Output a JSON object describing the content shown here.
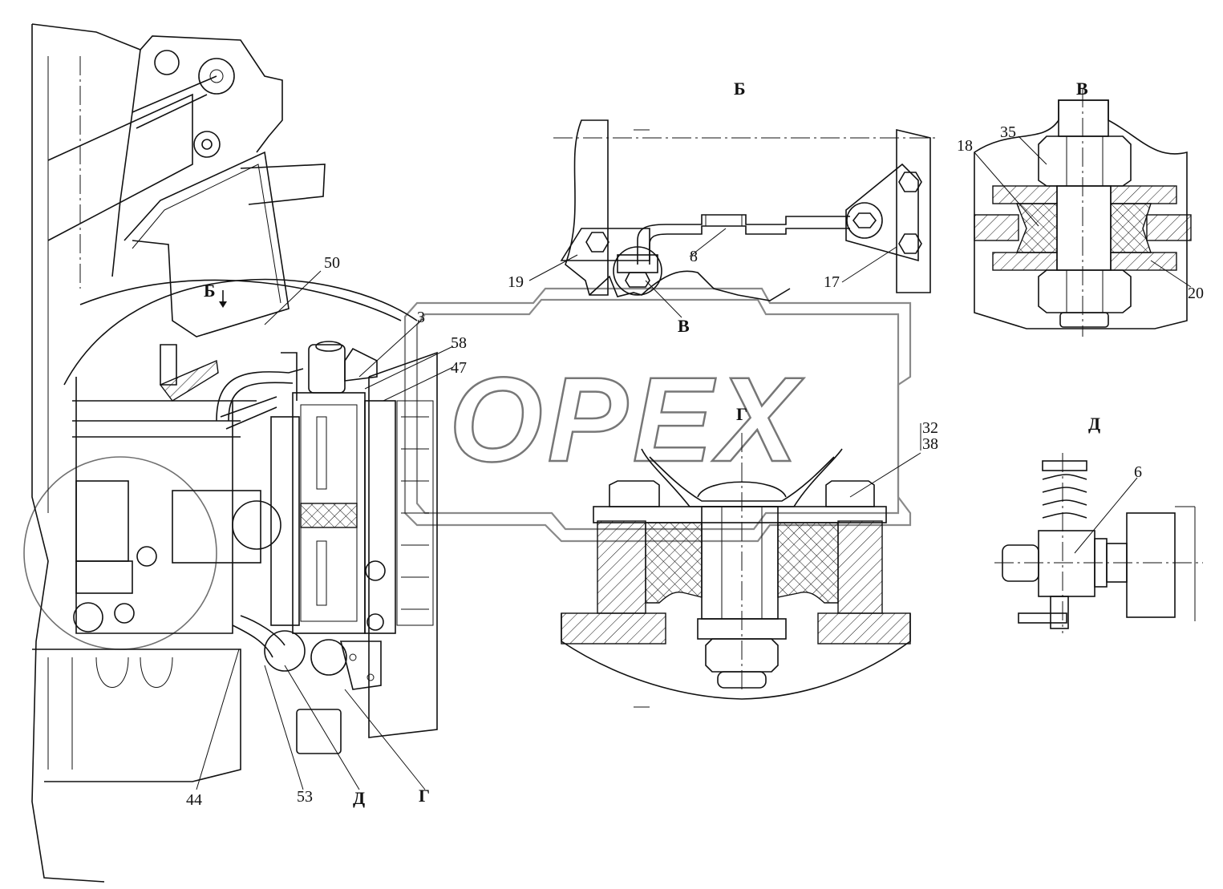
{
  "watermark": "OPEX",
  "views": {
    "b": "Б",
    "v": "В",
    "g": "Г",
    "d": "Д"
  },
  "main_view": {
    "view_arrow": "Б",
    "callouts": [
      "50",
      "3",
      "58",
      "47",
      "44",
      "53",
      "Д",
      "Г"
    ]
  },
  "view_b": {
    "title": "Б",
    "callouts": [
      "19",
      "8",
      "17",
      "В"
    ]
  },
  "view_v": {
    "title": "В",
    "callouts": [
      "35",
      "18",
      "20"
    ]
  },
  "view_g": {
    "title": "Г",
    "callout_top": "32",
    "callout_bottom": "38"
  },
  "view_d": {
    "title": "Д",
    "callouts": [
      "6"
    ]
  }
}
